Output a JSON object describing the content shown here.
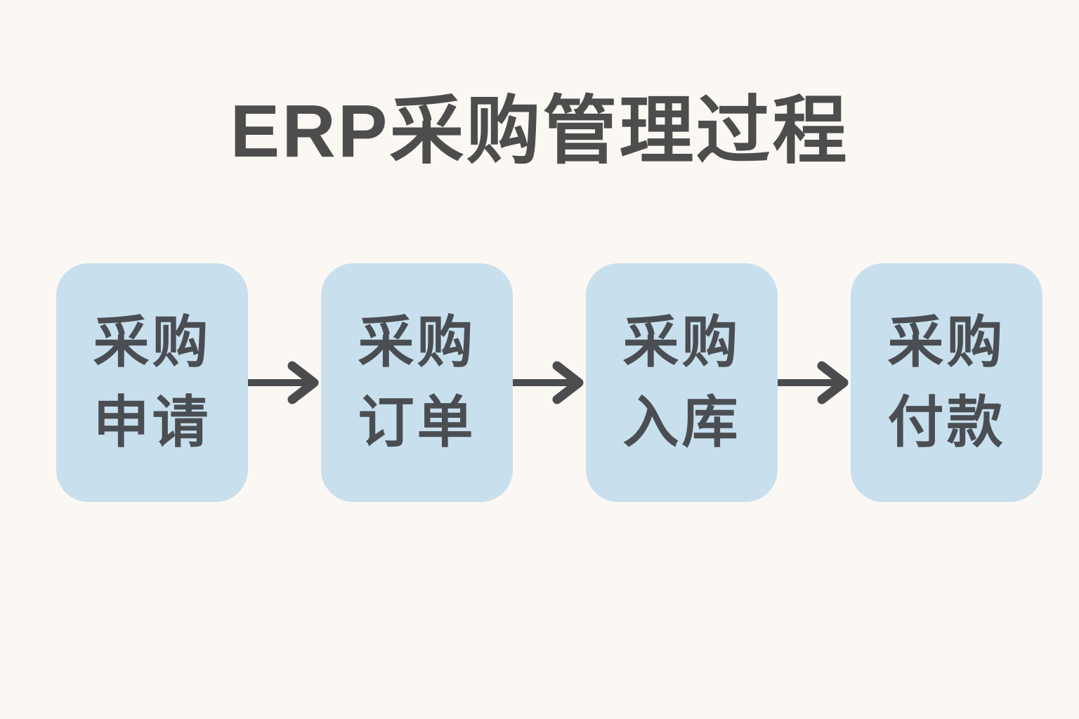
{
  "title": "ERP采购管理过程",
  "colors": {
    "background": "#fbf8f3",
    "box_fill": "#c8dfee",
    "title_text": "#4d4d4d",
    "box_text": "#4a4e53",
    "arrow": "#4a4c4e"
  },
  "flow": {
    "steps": [
      {
        "line1": "采购",
        "line2": "申请"
      },
      {
        "line1": "采购",
        "line2": "订单"
      },
      {
        "line1": "采购",
        "line2": "入库"
      },
      {
        "line1": "采购",
        "line2": "付款"
      }
    ]
  }
}
